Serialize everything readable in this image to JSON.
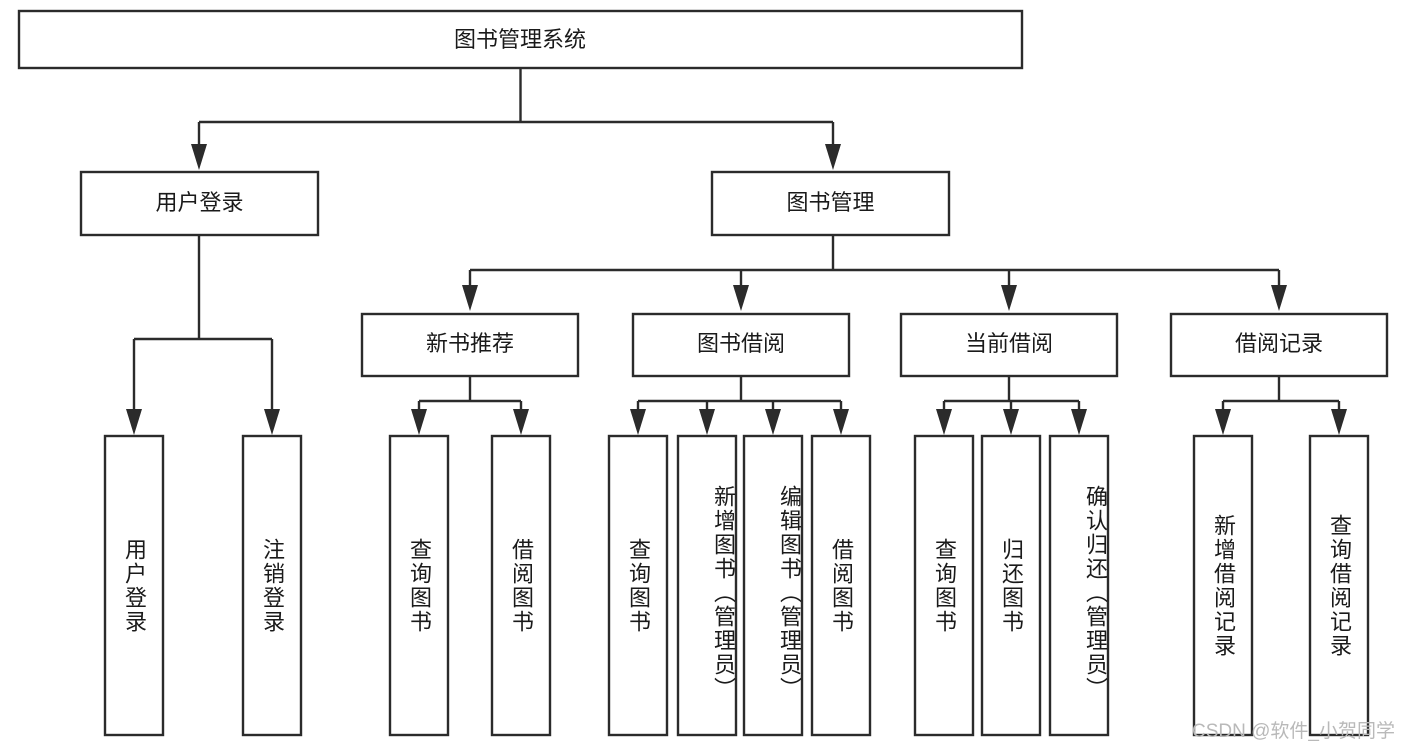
{
  "diagram": {
    "type": "tree",
    "title": "图书管理系统",
    "orientation": "top-down",
    "colors": {
      "stroke": "#2b2b2b",
      "fill": "#ffffff",
      "text": "#1a1a1a",
      "watermark": "#b9b9b9"
    },
    "root": {
      "label": "图书管理系统"
    },
    "level2": [
      {
        "label": "用户登录"
      },
      {
        "label": "图书管理"
      }
    ],
    "level3": [
      {
        "label": "新书推荐"
      },
      {
        "label": "图书借阅"
      },
      {
        "label": "当前借阅"
      },
      {
        "label": "借阅记录"
      }
    ],
    "leaves": {
      "user_login": [
        {
          "label": "用户登录"
        },
        {
          "label": "注销登录"
        }
      ],
      "new_book_recommend": [
        {
          "label": "查询图书"
        },
        {
          "label": "借阅图书"
        }
      ],
      "book_borrow": [
        {
          "label": "查询图书"
        },
        {
          "label": "新增图书（管理员）"
        },
        {
          "label": "编辑图书（管理员）"
        },
        {
          "label": "借阅图书"
        }
      ],
      "current_borrow": [
        {
          "label": "查询图书"
        },
        {
          "label": "归还图书"
        },
        {
          "label": "确认归还（管理员）"
        }
      ],
      "borrow_record": [
        {
          "label": "新增借阅记录"
        },
        {
          "label": "查询借阅记录"
        }
      ]
    }
  },
  "watermark": {
    "text": "CSDN @软件_小贺同学"
  }
}
